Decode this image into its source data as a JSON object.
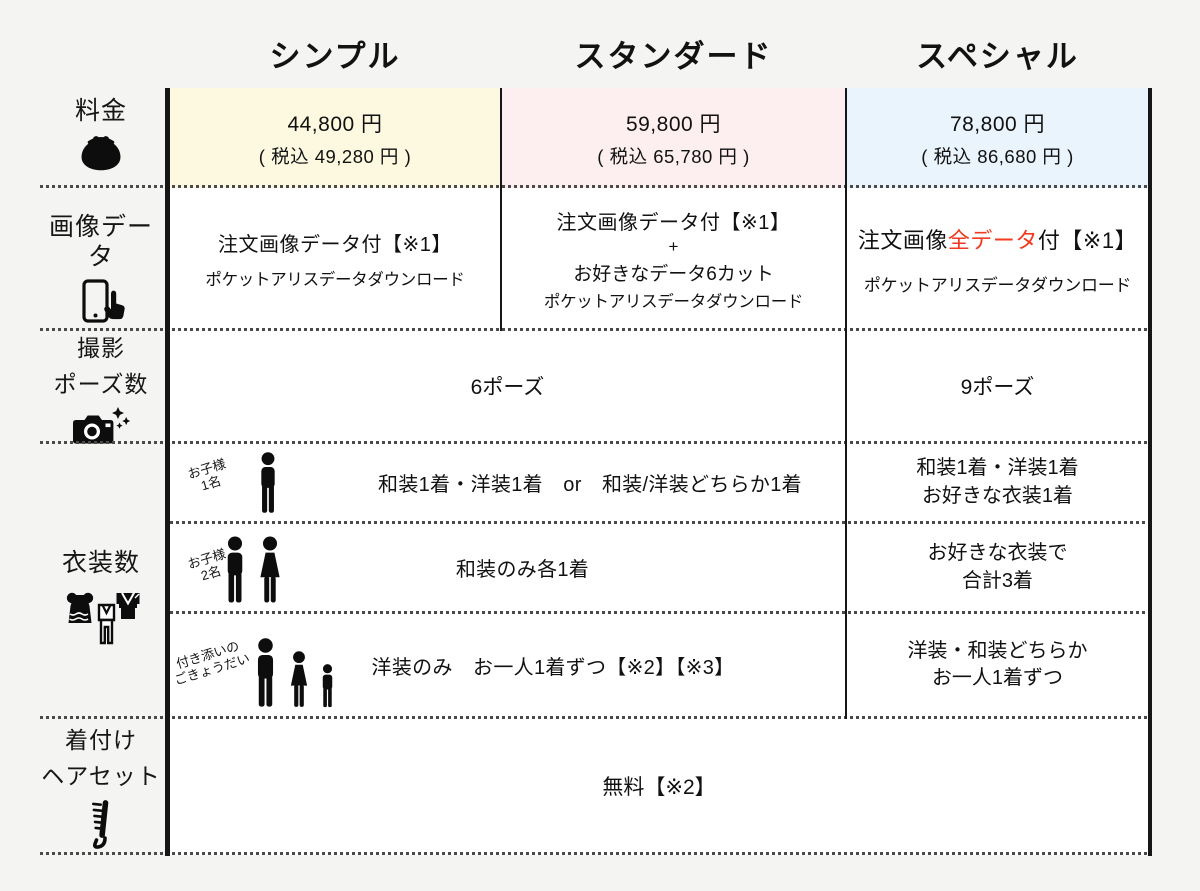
{
  "colors": {
    "page_bg": "#f4f4f2",
    "plan_simple_bg": "#fcf9e0",
    "plan_standard_bg": "#fdeef0",
    "plan_special_bg": "#eaf4fc",
    "highlight_red": "#f03a21",
    "rule_black": "#161616"
  },
  "plans": [
    {
      "name": "シンプル",
      "price": "44,800 円",
      "tax": "( 税込 49,280 円 )"
    },
    {
      "name": "スタンダード",
      "price": "59,800 円",
      "tax": "( 税込 65,780 円 )"
    },
    {
      "name": "スペシャル",
      "price": "78,800 円",
      "tax": "( 税込 86,680 円 )"
    }
  ],
  "row_labels": {
    "price": {
      "label": "料金",
      "icon": "purse-icon"
    },
    "image_data": {
      "label": "画像データ",
      "icon": "smartphone-tap-icon"
    },
    "poses": {
      "label_line1": "撮影",
      "label_line2": "ポーズ数",
      "icon": "camera-sparkles-icon"
    },
    "costumes": {
      "label": "衣装数",
      "icon": "dress-suit-kimono-icon"
    },
    "dressing": {
      "label_line1": "着付け",
      "label_line2": "ヘアセット",
      "icon": "comb-icon"
    }
  },
  "image_data": {
    "simple": {
      "line1": "注文画像データ付【※1】",
      "line2": "ポケットアリスデータダウンロード"
    },
    "standard": {
      "line1": "注文画像データ付【※1】",
      "line2": "+",
      "line3": "お好きなデータ6カット",
      "line4": "ポケットアリスデータダウンロード"
    },
    "special": {
      "line1_black1": "注文画像",
      "line1_red": "全データ",
      "line1_black2": "付【※1】",
      "line2": "ポケットアリスデータダウンロード"
    }
  },
  "poses": {
    "simple_standard": "6ポーズ",
    "special": "9ポーズ"
  },
  "costumes": [
    {
      "who_line1": "お子様",
      "who_line2": "1名",
      "persons_icon": "one-person-icon",
      "shared": "和装1着・洋装1着　or　和装/洋装どちらか1着",
      "special_line1": "和装1着・洋装1着",
      "special_line2": "お好きな衣装1着"
    },
    {
      "who_line1": "お子様",
      "who_line2": "2名",
      "persons_icon": "two-person-icon",
      "shared": "和装のみ各1着",
      "special_line1": "お好きな衣装で",
      "special_line2": "合計3着"
    },
    {
      "who_line1": "付き添いの",
      "who_line2": "ごきょうだい",
      "persons_icon": "three-person-icon",
      "shared": "洋装のみ　お一人1着ずつ【※2】【※3】",
      "special_line1": "洋装・和装どちらか",
      "special_line2": "お一人1着ずつ"
    }
  ],
  "dressing": {
    "value": "無料【※2】"
  }
}
